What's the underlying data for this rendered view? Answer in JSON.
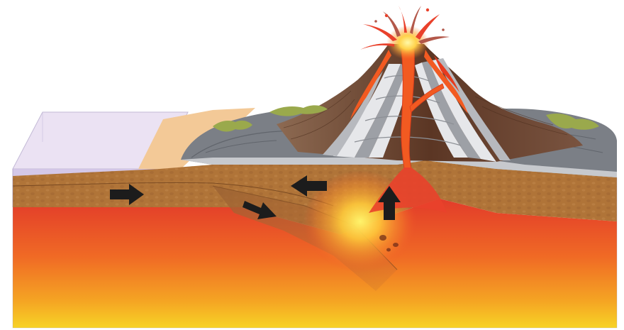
{
  "diagram": {
    "subject": "subduction-zone-volcano",
    "flow_arrows": [
      {
        "id": "oceanic-plate-motion",
        "direction": "right"
      },
      {
        "id": "subducting-slab-motion",
        "direction": "down-right"
      },
      {
        "id": "overriding-plate-motion",
        "direction": "left"
      },
      {
        "id": "magma-rise",
        "direction": "up"
      }
    ],
    "colors": {
      "ocean": "#d8c9ea",
      "beach_sand": "#f3c997",
      "crust": "#b0743a",
      "crust_dark": "#8a5426",
      "rock_gray": "#7b7f86",
      "volcano_brown": "#6e4630",
      "ash_layers_light": "#e6e7ea",
      "ash_layers_dark": "#9da0a6",
      "vegetation": "#9aa94c",
      "mantle_top": "#e9412b",
      "mantle_bottom": "#f6d127",
      "magma": "#f25a21",
      "magma_glow": "#ffd13a",
      "arrow": "#1c1c1c"
    }
  }
}
